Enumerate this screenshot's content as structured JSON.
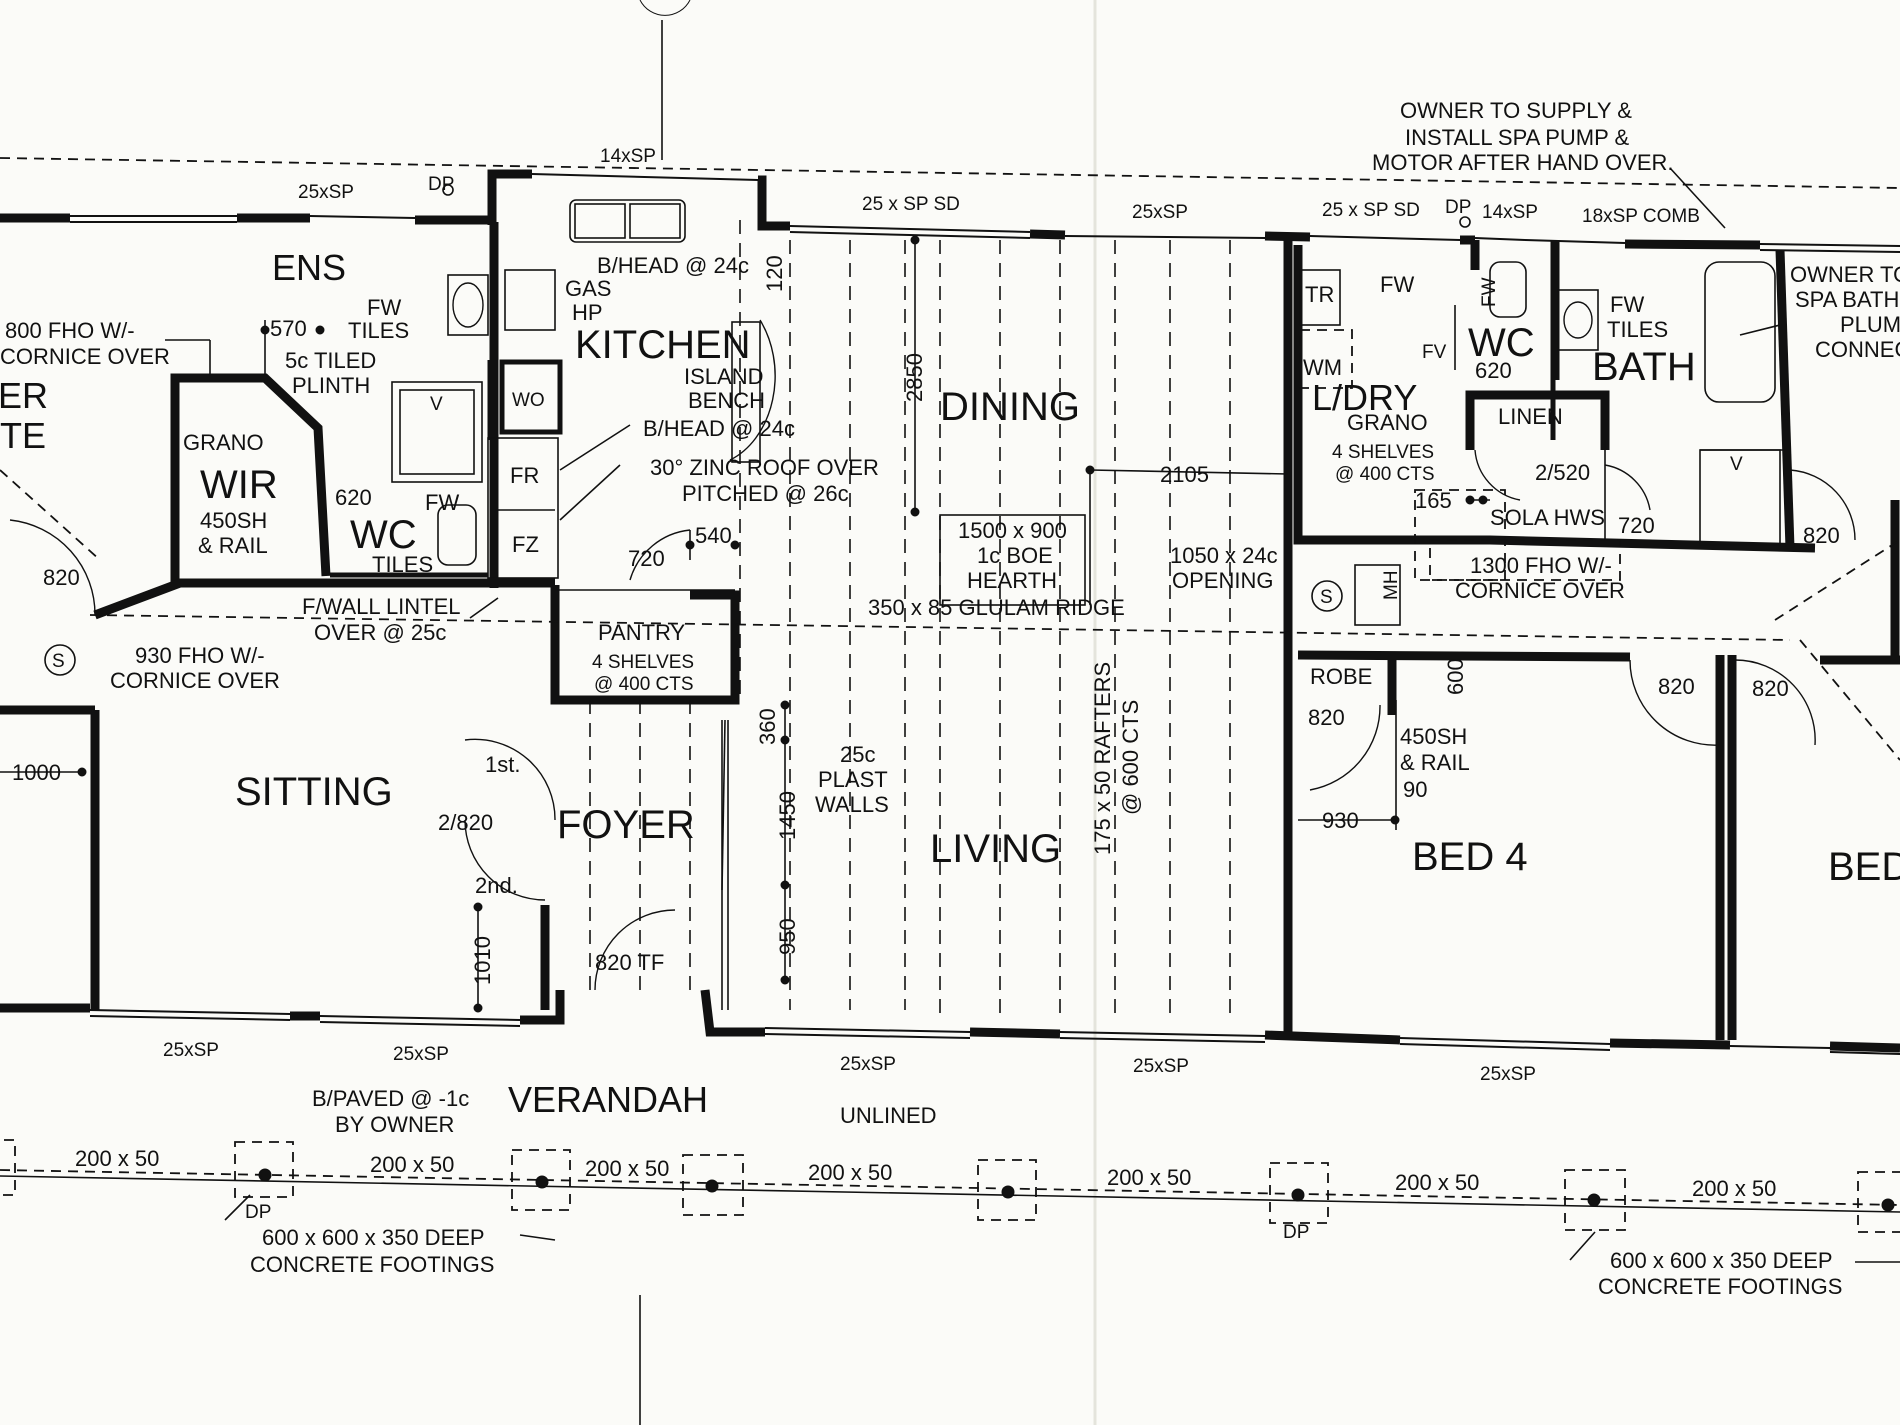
{
  "rooms": {
    "ens": "ENS",
    "wir": "WIR",
    "wc_left": "WC",
    "kitchen": "KITCHEN",
    "dining": "DINING",
    "laundry": "L/DRY",
    "wc_right": "WC",
    "bath": "BATH",
    "sitting": "SITTING",
    "foyer": "FOYER",
    "living": "LIVING",
    "bed4": "BED 4",
    "bed_partial": "BED",
    "verandah": "VERANDAH",
    "master_partial_1": "ER",
    "master_partial_2": "TE"
  },
  "labels": {
    "owner_spa_1": "OWNER TO SUPPLY &",
    "owner_spa_2": "INSTALL SPA PUMP &",
    "owner_spa_3": "MOTOR AFTER HAND OVER.",
    "owner_right_1": "OWNER TO",
    "owner_right_2": "SPA BATH",
    "owner_right_3": "PLUM",
    "owner_right_4": "CONNEC",
    "fho800_1": "800 FHO W/-",
    "fho800_2": "CORNICE OVER",
    "fw_tiles_ens_1": "FW",
    "fw_tiles_ens_2": "TILES",
    "tiled_plinth_1": "5c TILED",
    "tiled_plinth_2": "PLINTH",
    "grano_wir": "GRANO",
    "wir_shelf_1": "450SH",
    "wir_shelf_2": "& RAIL",
    "fw_wc": "FW",
    "tiles_wc": "TILES",
    "bhead_24": "B/HEAD @ 24c",
    "gas_1": "GAS",
    "gas_2": "HP",
    "wo": "WO",
    "island_1": "ISLAND",
    "island_2": "BENCH",
    "bhead_24b": "B/HEAD @ 24c",
    "zinc_1": "30° ZINC ROOF OVER",
    "zinc_2": "PITCHED @ 26c",
    "fr": "FR",
    "fz": "FZ",
    "hearth_1": "1500 x 900",
    "hearth_2": "1c BOE",
    "hearth_3": "HEARTH",
    "opening_1": "1050 x 24c",
    "opening_2": "OPENING",
    "glulam": "350 x 85 GLULAM RIDGE",
    "fwall_1": "F/WALL LINTEL",
    "fwall_2": "OVER @ 25c",
    "fho930_1": "930 FHO W/-",
    "fho930_2": "CORNICE OVER",
    "pantry": "PANTRY",
    "pantry_s1": "4 SHELVES",
    "pantry_s2": "@ 400 CTS",
    "plast_1": "25c",
    "plast_2": "PLAST",
    "plast_3": "WALLS",
    "rafters_1": "175 x 50 RAFTERS",
    "rafters_2": "@ 600 CTS",
    "tr": "TR",
    "fw_ldry": "FW",
    "wm": "WM",
    "fv": "FV",
    "grano_ldry": "GRANO",
    "ldry_s1": "4 SHELVES",
    "ldry_s2": "@ 400 CTS",
    "linen": "LINEN",
    "sola": "SOLA HWS",
    "fw_bath_1": "FW",
    "fw_bath_2": "TILES",
    "fw_wc_right": "FW",
    "fho1300_1": "1300 FHO W/-",
    "fho1300_2": "CORNICE OVER",
    "robe": "ROBE",
    "robe_s1": "450SH",
    "robe_s2": "& RAIL",
    "mh": "MH",
    "s_symbol": "S",
    "first": "1st.",
    "second": "2nd.",
    "tf": "820 TF",
    "bpaved_1": "B/PAVED @ -1c",
    "bpaved_2": "BY OWNER",
    "unlined": "UNLINED",
    "footing_l1": "600 x 600 x 350 DEEP",
    "footing_l2": "CONCRETE FOOTINGS",
    "footing_r1": "600 x 600 x 350 DEEP",
    "footing_r2": "CONCRETE FOOTINGS",
    "dp": "DP",
    "v": "V"
  },
  "windows": {
    "w_14sp_top": "14xSP",
    "w_25sp_ens": "25xSP",
    "w_25spsd_kit": "25 x SP SD",
    "w_25sp_din": "25xSP",
    "w_25spsd_ldry": "25 x SP SD",
    "w_14sp_wc": "14xSP",
    "w_18spcomb": "18xSP COMB",
    "w_25sp_b1": "25xSP",
    "w_25sp_b2": "25xSP",
    "w_25sp_b3": "25xSP",
    "w_25sp_b4": "25xSP",
    "w_25sp_b5": "25xSP"
  },
  "dims": {
    "d120": "120",
    "d570": "570",
    "d620": "620",
    "d820_wir": "820",
    "d1000": "1000",
    "d2850": "2850",
    "d2105": "2105",
    "d720": "720",
    "d540": "540",
    "d360": "360",
    "d1450": "1450",
    "d950": "950",
    "d1010": "1010",
    "d2_820": "2/820",
    "d620_wc": "620",
    "d165": "165",
    "d2_520": "2/520",
    "d720_bath": "720",
    "d820_bath": "820",
    "d600_robe": "600",
    "d820_robe": "820",
    "d90": "90",
    "d930": "930",
    "d820_bed1": "820",
    "d820_bed2": "820",
    "beam": "200 x 50"
  }
}
